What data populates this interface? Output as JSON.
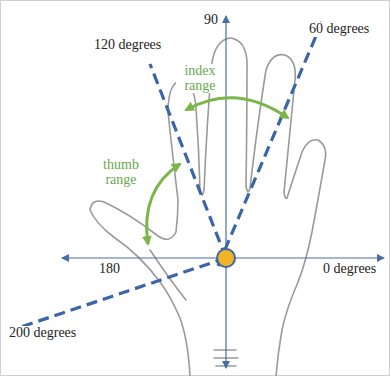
{
  "diagram": {
    "labels": [
      "120 degrees",
      "90",
      "60 degrees",
      "index range",
      "thumb range",
      "180",
      "0 degrees",
      "200 degrees"
    ]
  }
}
